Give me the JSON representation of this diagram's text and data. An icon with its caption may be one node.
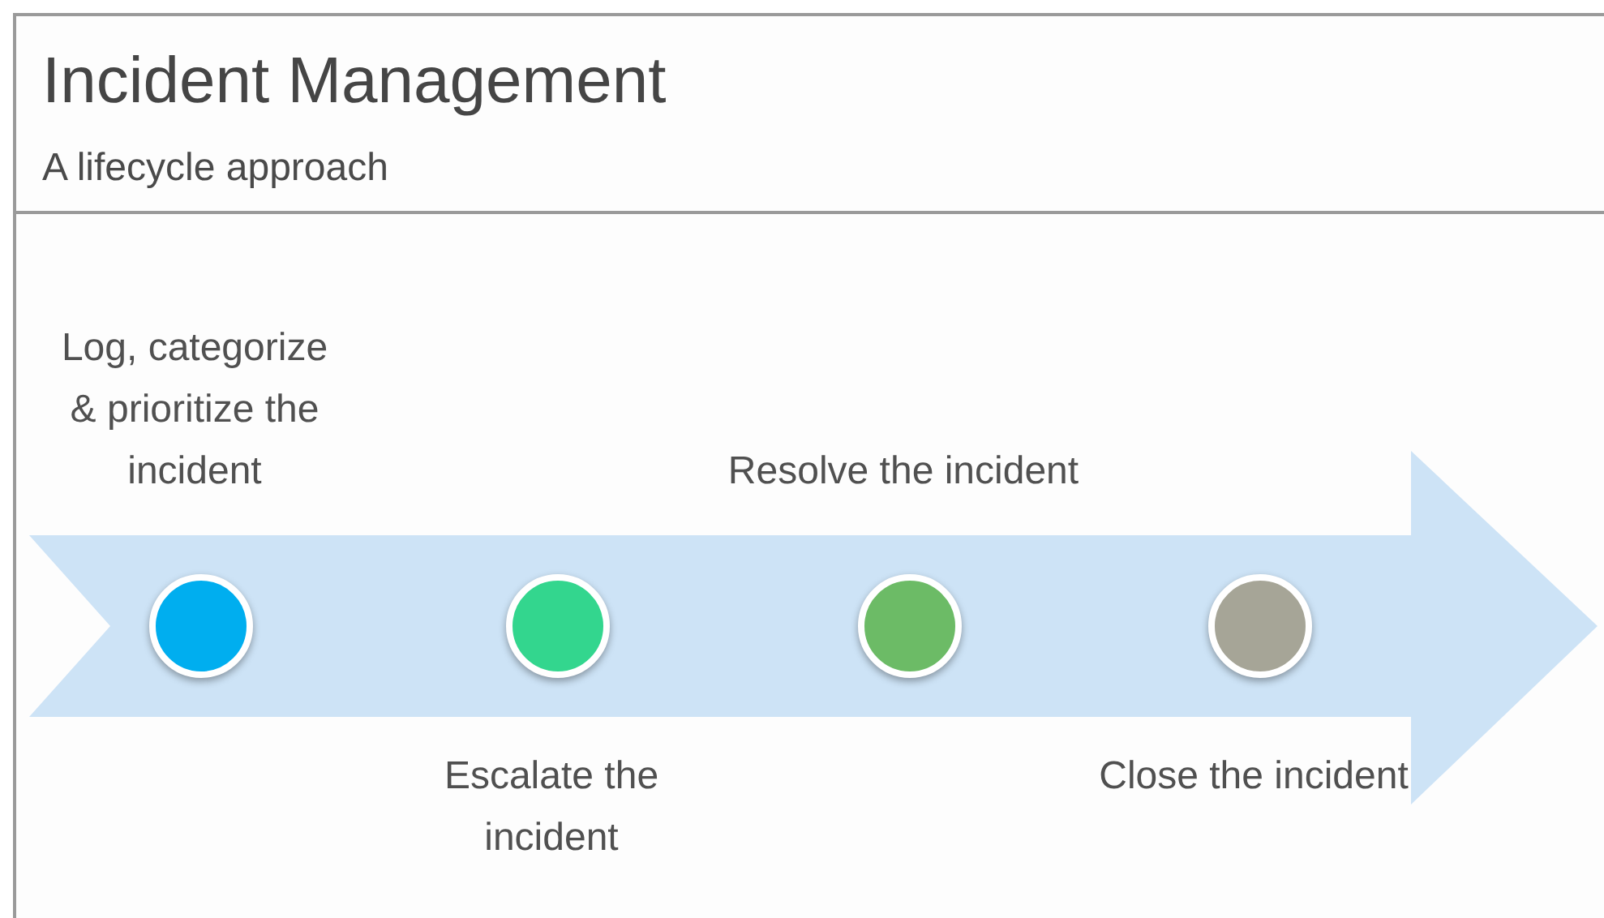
{
  "diagram": {
    "title": "Incident Management",
    "nodes": [
      {
        "text": [],
        "shape": "circle",
        "beside": [
          "Log, categorize & prioritize the incident"
        ]
      },
      {
        "text": [],
        "shape": "circle",
        "beside": [
          "Escalate the incident"
        ]
      },
      {
        "text": [],
        "shape": "circle",
        "beside": [
          "Resolve the incident"
        ]
      },
      {
        "text": [],
        "shape": "circle",
        "beside": [
          "Close the incident"
        ]
      }
    ],
    "edges": [],
    "labels": [
      "A lifecycle approach"
    ]
  }
}
